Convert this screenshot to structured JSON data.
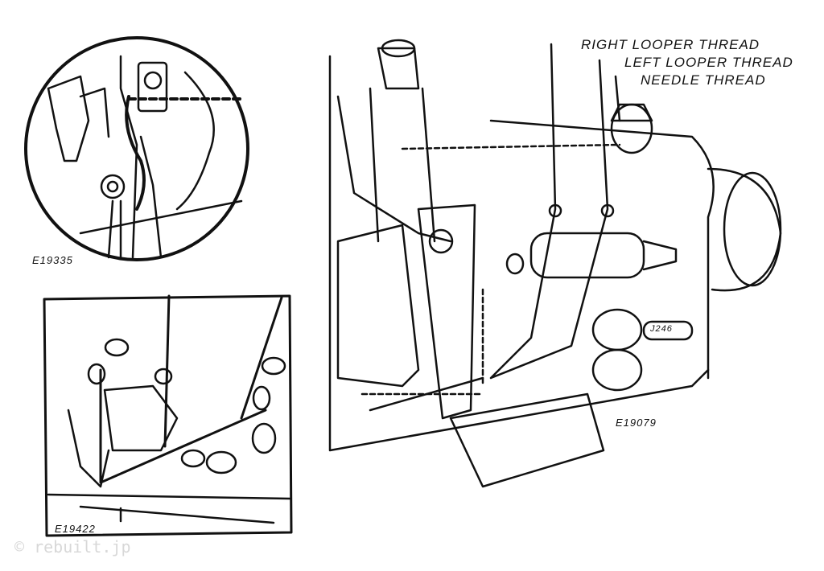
{
  "labels": {
    "right_looper": "RIGHT LOOPER THREAD",
    "left_looper": "LEFT LOOPER THREAD",
    "needle": "NEEDLE THREAD"
  },
  "figures": {
    "circle_inset": "E19335",
    "square_inset": "E19422",
    "main": "E19079"
  },
  "nameplate": "J246",
  "watermark": "© rebuilt.jp",
  "colors": {
    "ink": "#111111",
    "paper": "#ffffff",
    "watermark": "#d8d8d8"
  }
}
